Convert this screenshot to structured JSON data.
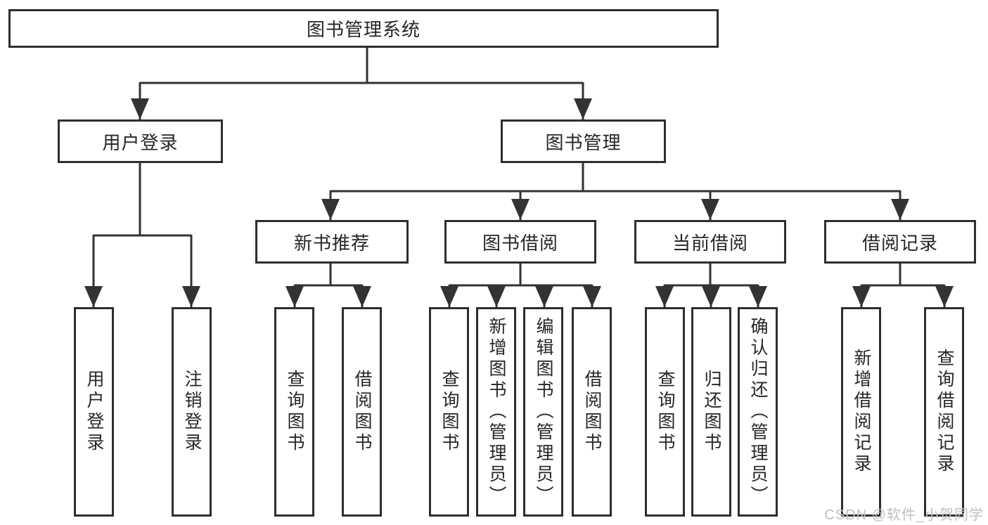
{
  "nodes": {
    "root": "图书管理系统",
    "user_login": "用户登录",
    "book_mgmt": "图书管理",
    "new_book_rec": "新书推荐",
    "book_borrow": "图书借阅",
    "current_borrow": "当前借阅",
    "borrow_record": "借阅记录",
    "leaf_user_login": "用户登录",
    "leaf_logout": "注销登录",
    "leaf_rec_query_book": "查询图书",
    "leaf_rec_borrow_book": "借阅图书",
    "leaf_bb_query_book": "查询图书",
    "leaf_bb_add_book": "新增图书（管理员）",
    "leaf_bb_edit_book": "编辑图书（管理员）",
    "leaf_bb_borrow_book": "借阅图书",
    "leaf_cb_query_book": "查询图书",
    "leaf_cb_return_book": "归还图书",
    "leaf_cb_confirm_return": "确认归还（管理员）",
    "leaf_br_add_record": "新增借阅记录",
    "leaf_br_query_record": "查询借阅记录"
  },
  "hierarchy": {
    "图书管理系统": {
      "用户登录": [
        "用户登录",
        "注销登录"
      ],
      "图书管理": {
        "新书推荐": [
          "查询图书",
          "借阅图书"
        ],
        "图书借阅": [
          "查询图书",
          "新增图书（管理员）",
          "编辑图书（管理员）",
          "借阅图书"
        ],
        "当前借阅": [
          "查询图书",
          "归还图书",
          "确认归还（管理员）"
        ],
        "借阅记录": [
          "新增借阅记录",
          "查询借阅记录"
        ]
      }
    }
  },
  "watermark": {
    "text": "CSDN @软件_小贺同学"
  },
  "colors": {
    "line": "#333333",
    "box_border": "#2e2e2e",
    "text": "#262626",
    "watermark": "#c0c0c0",
    "background": "#ffffff"
  }
}
